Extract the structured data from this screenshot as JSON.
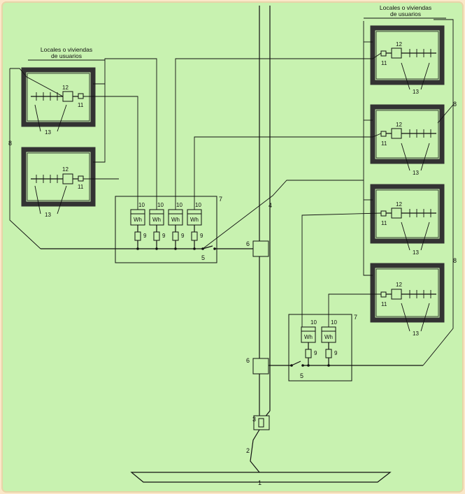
{
  "heading_left": [
    "Locales o viviendas",
    "de usuarios"
  ],
  "heading_right": [
    "Locales o viviendas",
    "de usuarios"
  ],
  "labels": {
    "n1": "1",
    "n2": "2",
    "n3": "3",
    "n4": "4",
    "n5": "5",
    "n6": "6",
    "n7": "7",
    "n8": "8",
    "n9": "9",
    "n10": "10",
    "n11": "11",
    "n12": "12",
    "n13": "13"
  },
  "meter": "Wh"
}
